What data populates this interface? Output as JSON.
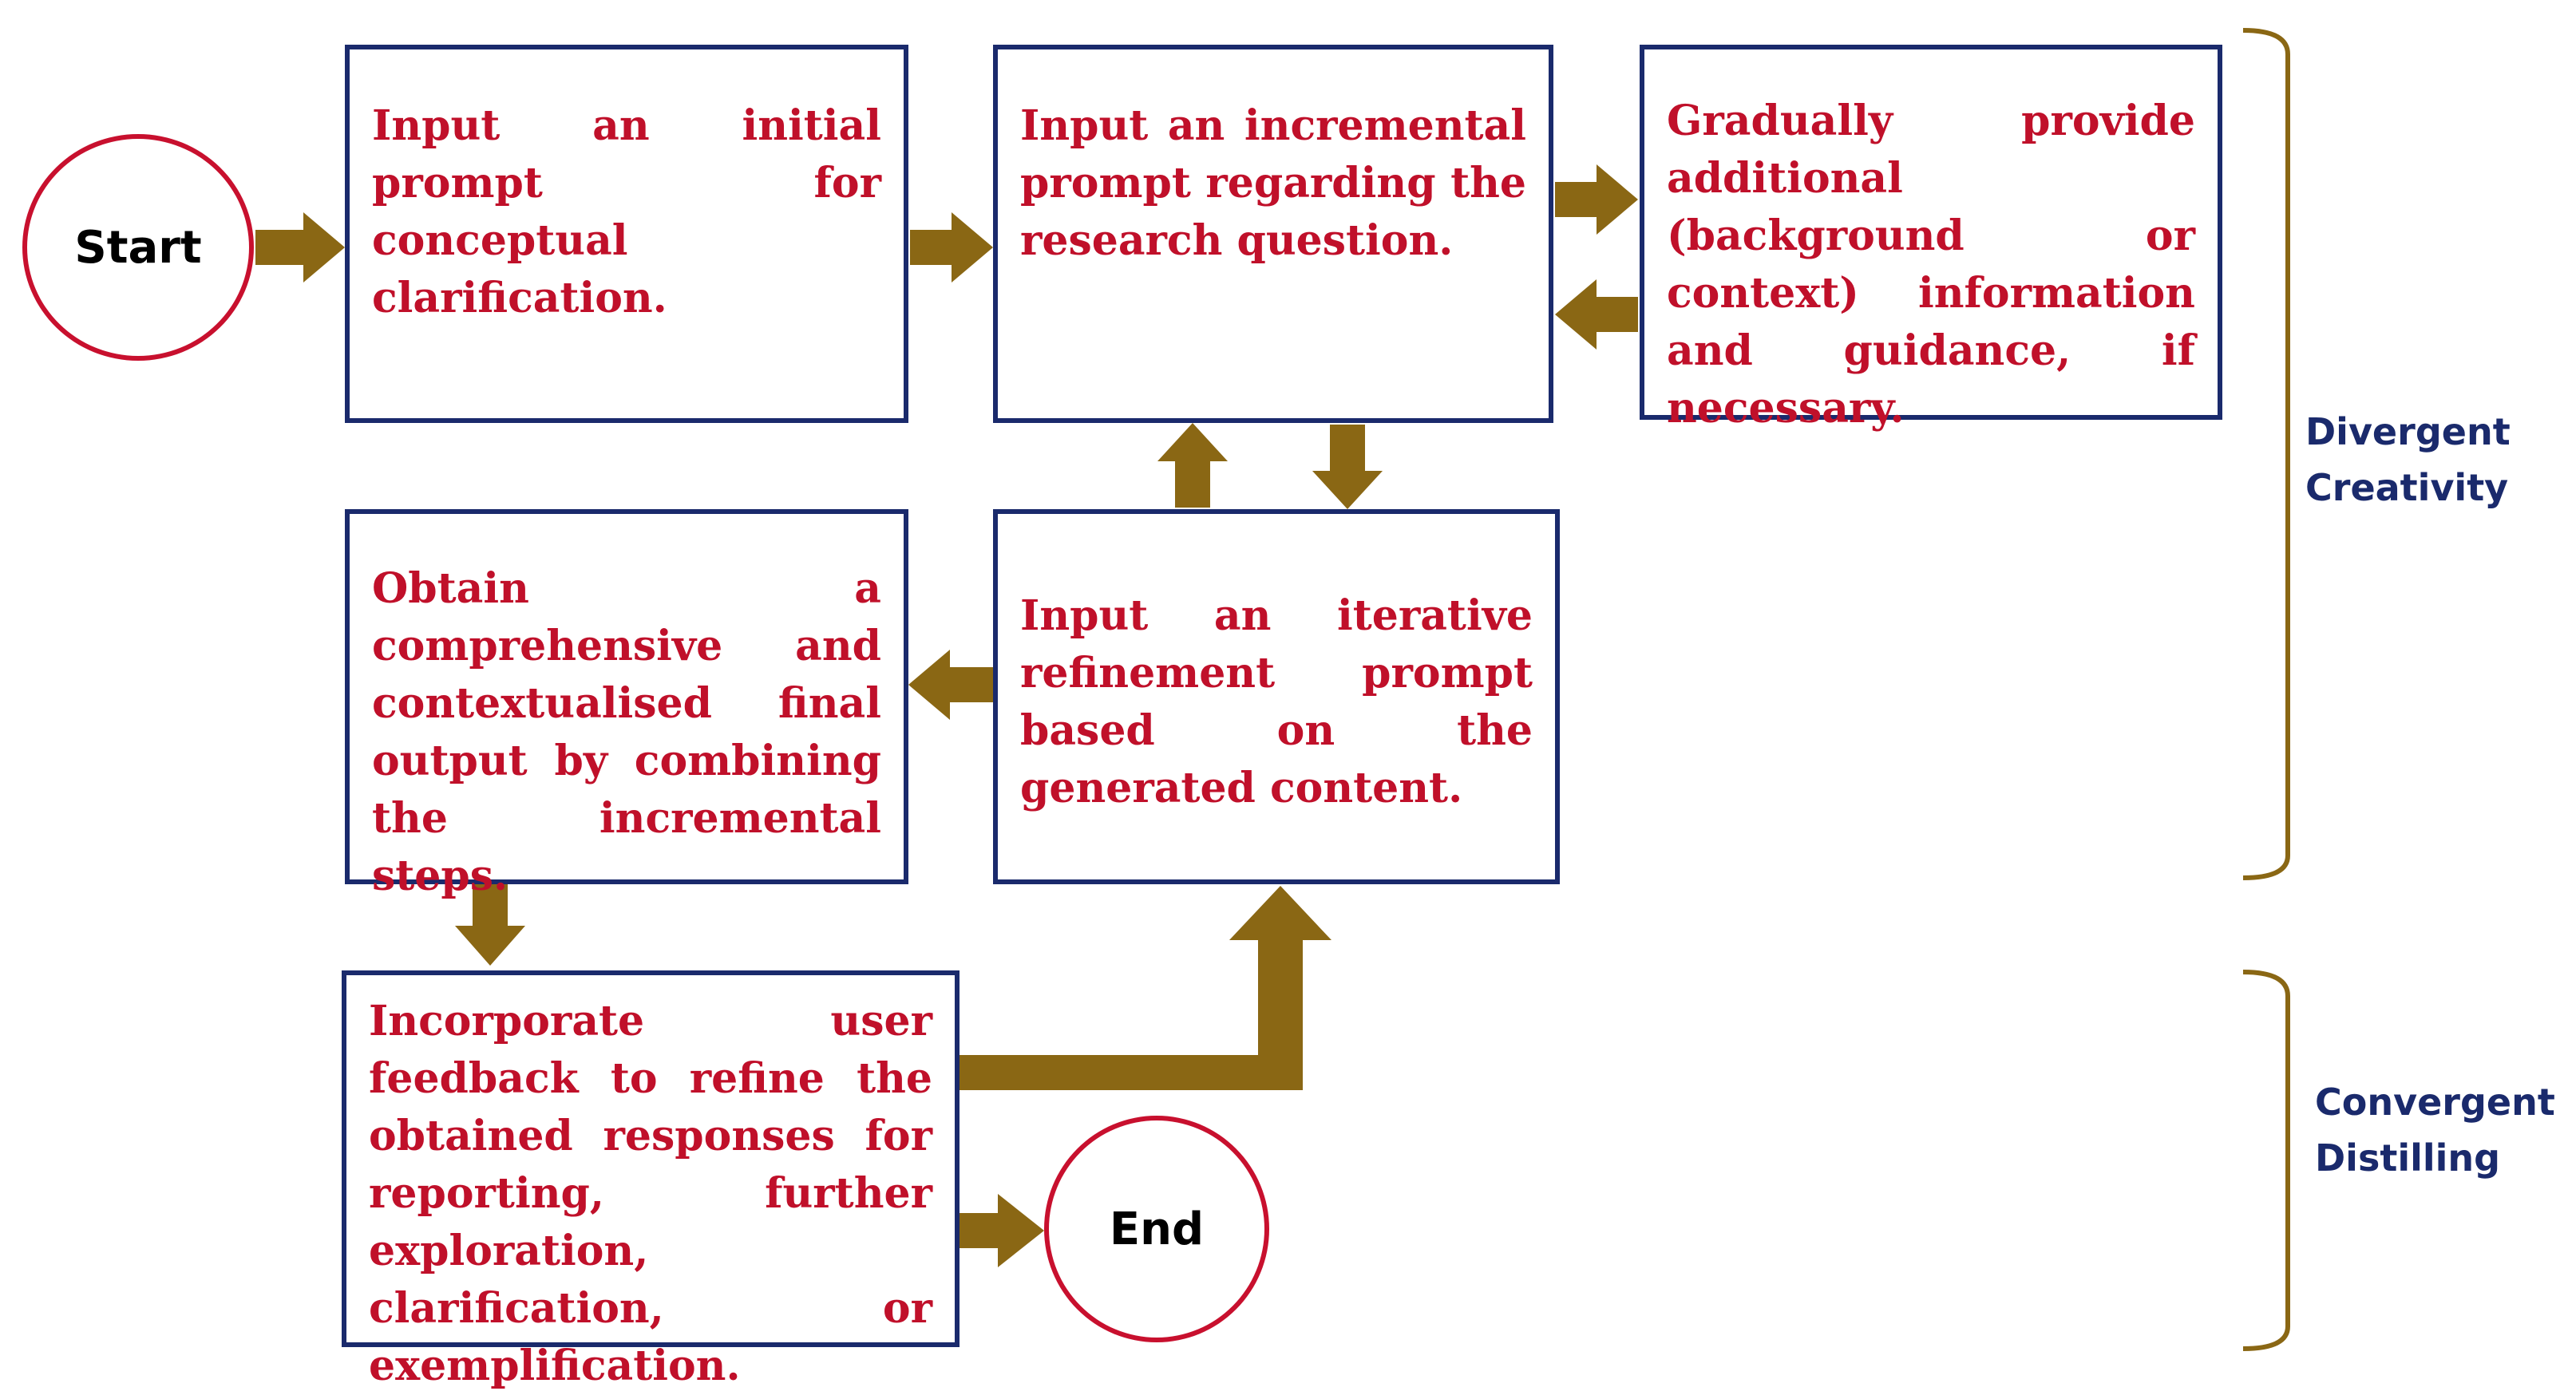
{
  "nodes": {
    "start": {
      "label": "Start"
    },
    "end": {
      "label": "End"
    },
    "initial_prompt": {
      "text": "Input an initial prompt for conceptual clarification."
    },
    "incremental_prompt": {
      "text": "Input an incremental prompt regarding the research question."
    },
    "additional_info": {
      "text": "Gradually provide additional (background or context) information and guidance, if necessary."
    },
    "iterative_refinement": {
      "text": "Input an iterative refinement prompt based on the generated content."
    },
    "final_output": {
      "text": "Obtain a comprehensive and contextualised final output by combining the incremental steps."
    },
    "user_feedback": {
      "text": "Incorporate user feedback to refine the obtained responses for reporting, further exploration, clarification, or exemplification."
    }
  },
  "phases": {
    "divergent": {
      "label": "Divergent\nCreativity"
    },
    "convergent": {
      "label": "Convergent\nDistilling"
    }
  },
  "colors": {
    "box_border": "#1a2a6c",
    "box_text": "#c0102a",
    "circle_border": "#c8102e",
    "arrow": "#8a6714",
    "bracket": "#8a6714",
    "phase_label": "#1a2a6c"
  }
}
